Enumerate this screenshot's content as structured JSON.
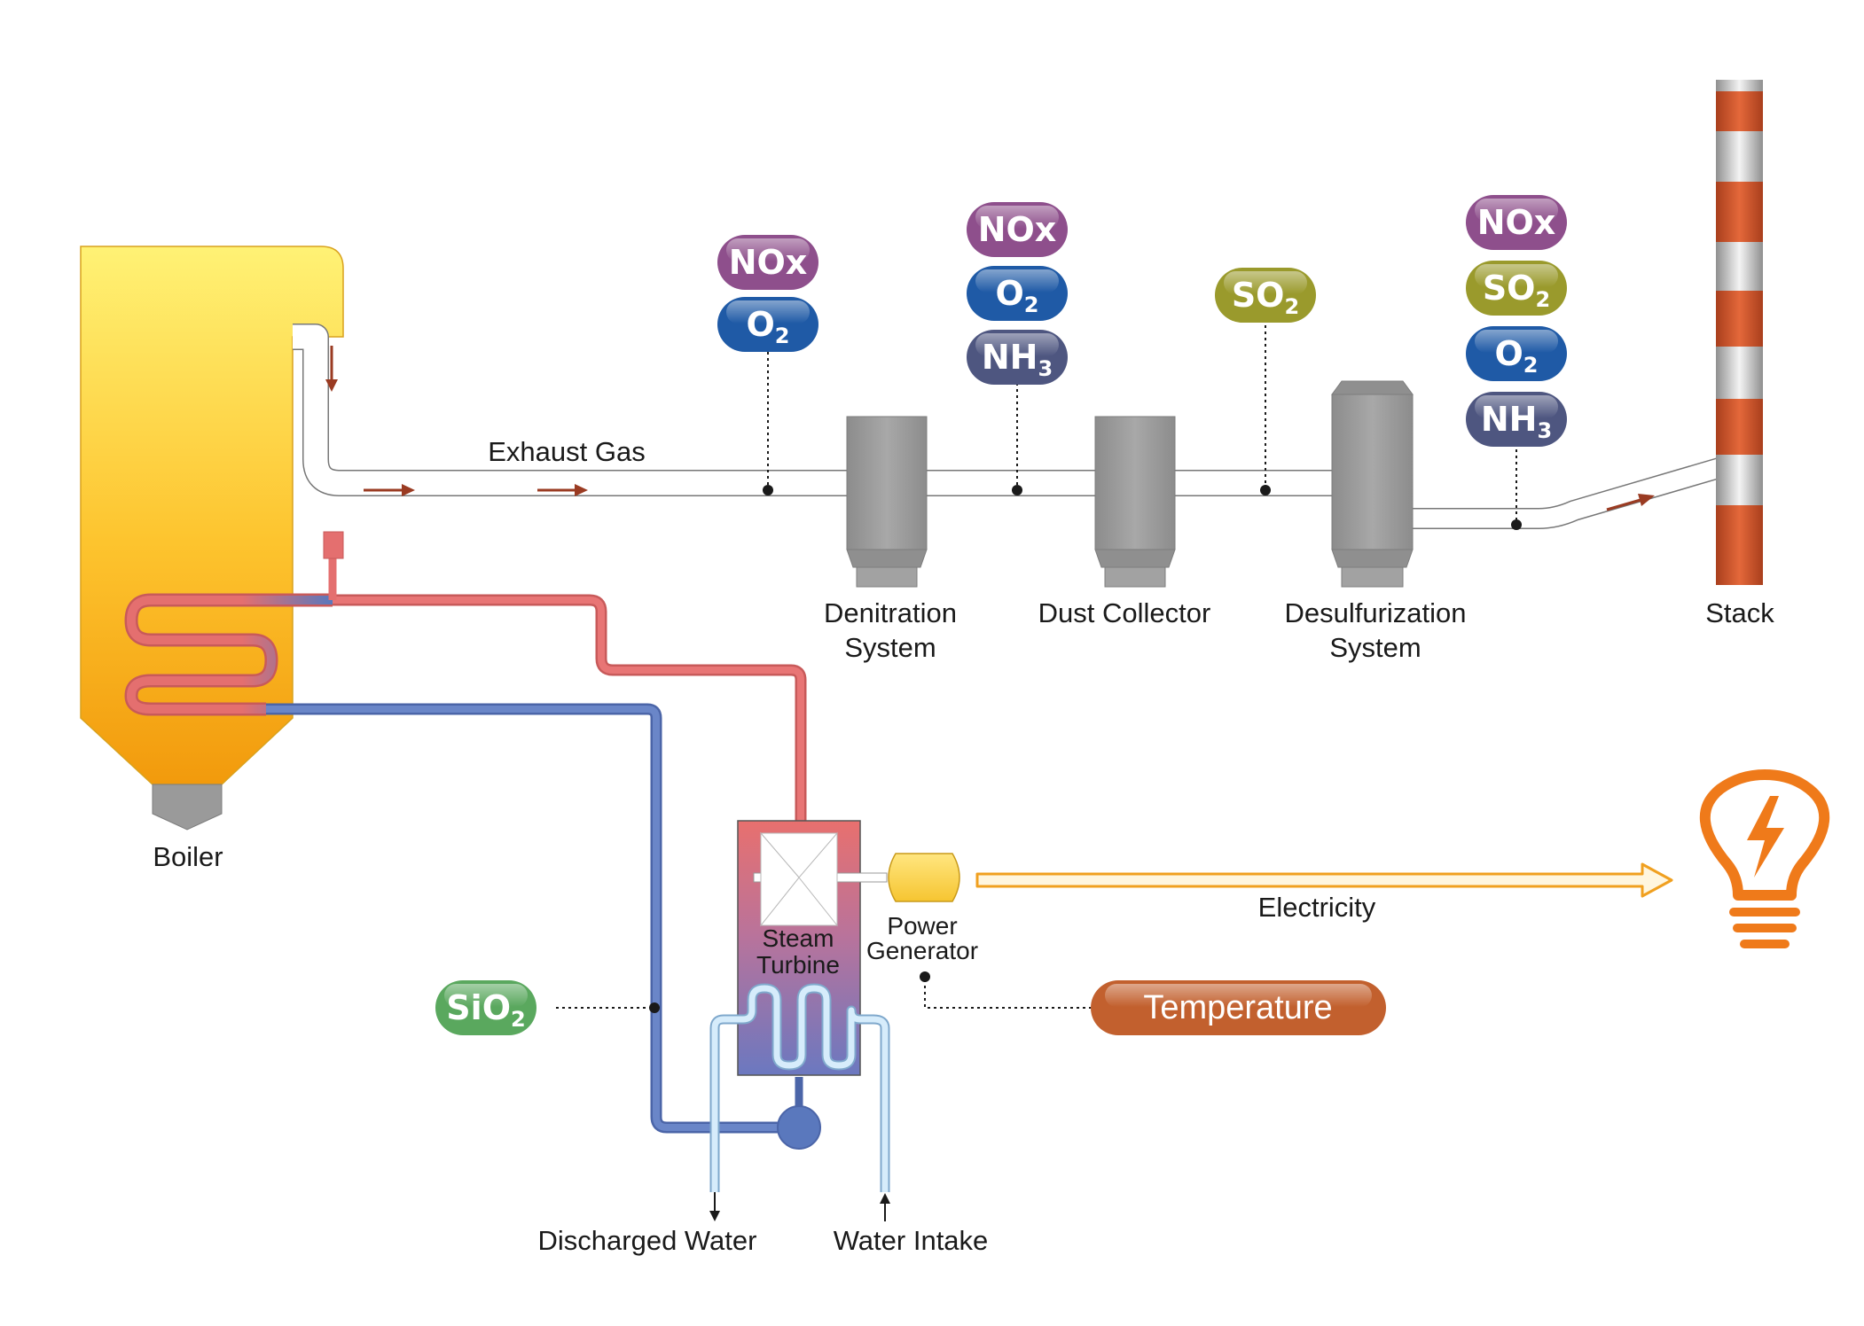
{
  "labels": {
    "boiler": "Boiler",
    "exhaust_gas": "Exhaust Gas",
    "denitration_line1": "Denitration",
    "denitration_line2": "System",
    "dust_collector": "Dust Collector",
    "desulfurization_line1": "Desulfurization",
    "desulfurization_line2": "System",
    "stack": "Stack",
    "steam_line1": "Steam",
    "steam_line2": "Turbine",
    "power_line1": "Power",
    "power_line2": "Generator",
    "electricity": "Electricity",
    "discharged_water": "Discharged Water",
    "water_intake": "Water Intake",
    "temperature": "Temperature"
  },
  "sensor_groups": {
    "before_denitration": [
      {
        "base": "NOx",
        "sub": ""
      },
      {
        "base": "O",
        "sub": "2"
      }
    ],
    "after_denitration": [
      {
        "base": "NOx",
        "sub": ""
      },
      {
        "base": "O",
        "sub": "2"
      },
      {
        "base": "NH",
        "sub": "3"
      }
    ],
    "after_dust_collector": [
      {
        "base": "SO",
        "sub": "2"
      }
    ],
    "after_desulfurization": [
      {
        "base": "NOx",
        "sub": ""
      },
      {
        "base": "SO",
        "sub": "2"
      },
      {
        "base": "O",
        "sub": "2"
      },
      {
        "base": "NH",
        "sub": "3"
      }
    ],
    "water_line": [
      {
        "base": "SiO",
        "sub": "2"
      }
    ]
  },
  "colors": {
    "nox": "#8e4f8c",
    "o2": "#1f5aa6",
    "nh3": "#4e5680",
    "so2": "#9a9a2c",
    "sio2": "#5aa85e",
    "temperature": "#c2602e",
    "steam_pipe": "#e46f6f",
    "water_pipe": "#5a78bd",
    "cooling_pipe": "#bcdcf3",
    "electricity": "#f0a020",
    "bulb": "#ef7a1a",
    "stack_stripe": "#d0572d",
    "equipment": "#9a9a9a",
    "flow_arrow": "#9a3b22"
  },
  "icons": [
    "lightbulb-icon",
    "lightning-bolt-icon",
    "flow-arrow-icon"
  ]
}
